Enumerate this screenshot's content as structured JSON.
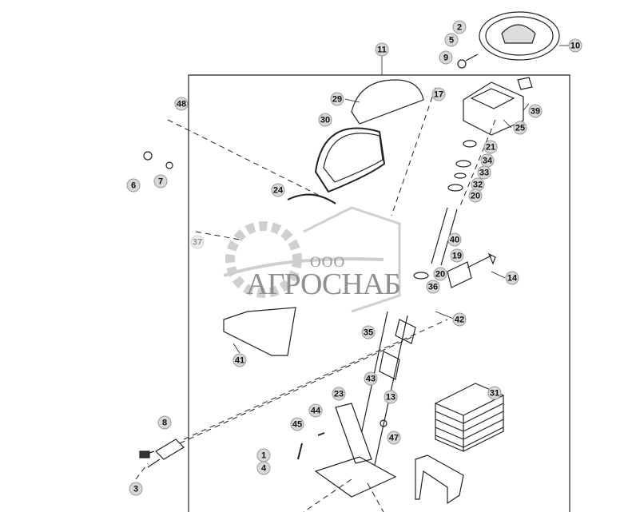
{
  "diagram": {
    "callouts": [
      "2",
      "5",
      "9",
      "10",
      "11",
      "29",
      "17",
      "39",
      "25",
      "30",
      "21",
      "34",
      "33",
      "32",
      "20",
      "48",
      "6",
      "7",
      "24",
      "37",
      "40",
      "19",
      "14",
      "20",
      "36",
      "42",
      "35",
      "41",
      "43",
      "13",
      "23",
      "31",
      "44",
      "45",
      "47",
      "8",
      "1",
      "4",
      "3"
    ],
    "line_color": "#222222",
    "callout_fill": "#d8d8d8"
  },
  "watermark": {
    "prefix": "ООО",
    "name": "АГРОСНАБ",
    "color": "#9a9a9a"
  }
}
